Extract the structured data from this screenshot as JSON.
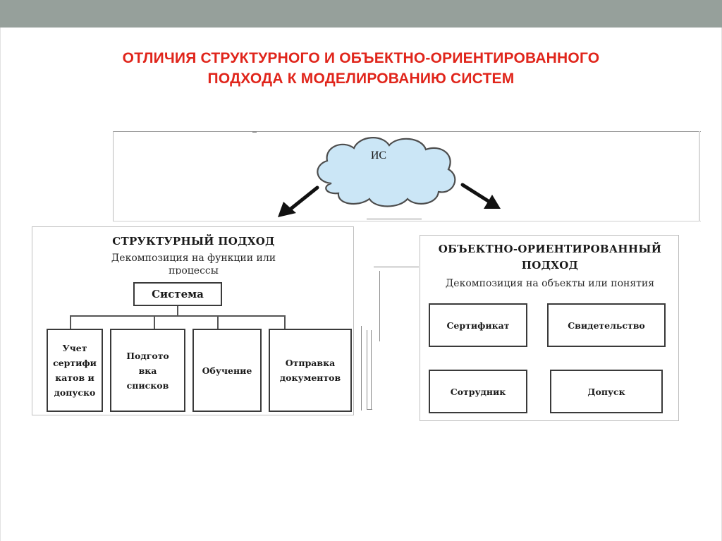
{
  "title": {
    "line1": "ОТЛИЧИЯ СТРУКТУРНОГО И ОБЪЕКТНО-ОРИЕНТИРОВАННОГО",
    "line2": "ПОДХОДА  К МОДЕЛИРОВАНИЮ СИСТЕМ"
  },
  "cloud": {
    "label": "ИС"
  },
  "structural": {
    "title": "СТРУКТУРНЫЙ ПОДХОД",
    "subtitle_line1": "Декомпозиция на функции или",
    "subtitle_line2": "процессы",
    "system": "Система",
    "functions": [
      {
        "label": "Учет\nсертифи\nкатов и\nдопуско"
      },
      {
        "label": "Подгото\nвка\nсписков"
      },
      {
        "label": "Обучение"
      },
      {
        "label": "Отправка\nдокументов"
      }
    ]
  },
  "object_oriented": {
    "title_line1": "ОБЪЕКТНО-ОРИЕНТИРОВАННЫЙ",
    "title_line2": "ПОДХОД",
    "subtitle": "Декомпозиция на объекты или понятия",
    "objects": [
      {
        "label": "Сертификат"
      },
      {
        "label": "Свидетельство"
      },
      {
        "label": "Сотрудник"
      },
      {
        "label": "Допуск"
      }
    ]
  },
  "colors": {
    "title": "#e0251b",
    "top_bar": "#96a09b",
    "cloud_fill": "#cbe6f6",
    "cloud_stroke": "#4d4d4d"
  }
}
